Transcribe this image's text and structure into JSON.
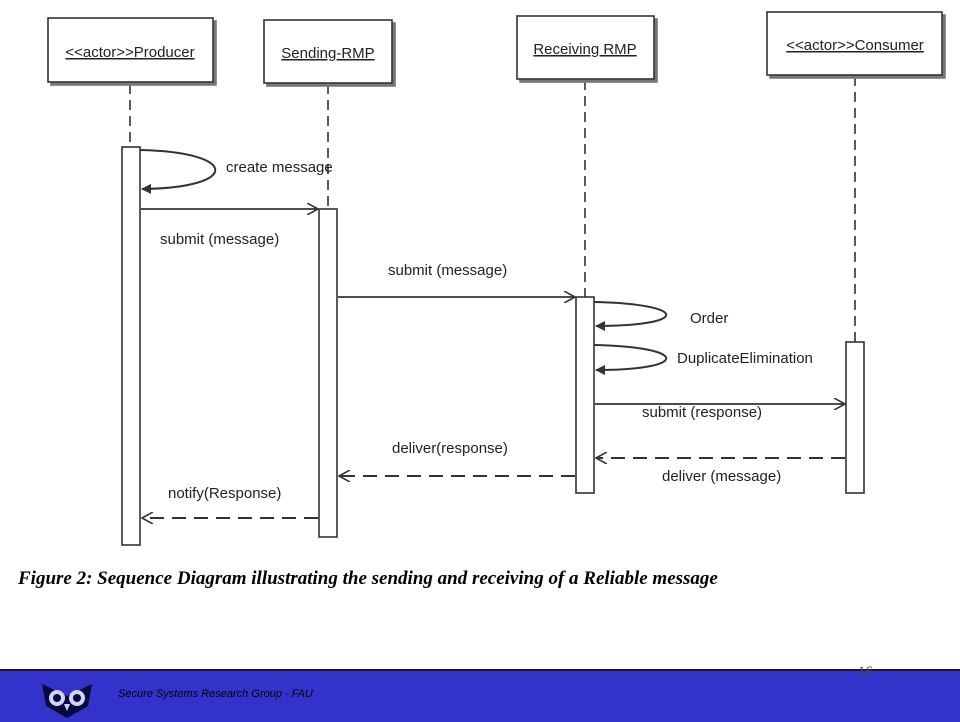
{
  "diagram": {
    "lifelines": [
      {
        "id": "producer",
        "label": "<<actor>>Producer"
      },
      {
        "id": "sending",
        "label": "Sending-RMP"
      },
      {
        "id": "receiving",
        "label": "Receiving RMP"
      },
      {
        "id": "consumer",
        "label": "<<actor>>Consumer"
      }
    ],
    "messages": [
      {
        "label": "create message",
        "from": "producer",
        "to": "producer",
        "kind": "self"
      },
      {
        "label": "submit (message)",
        "from": "producer",
        "to": "sending",
        "kind": "sync"
      },
      {
        "label": "submit (message)",
        "from": "sending",
        "to": "receiving",
        "kind": "sync"
      },
      {
        "label": "Order",
        "from": "receiving",
        "to": "receiving",
        "kind": "self"
      },
      {
        "label": "DuplicateElimination",
        "from": "receiving",
        "to": "receiving",
        "kind": "self"
      },
      {
        "label": "submit (response)",
        "from": "receiving",
        "to": "consumer",
        "kind": "sync"
      },
      {
        "label": "deliver (message)",
        "from": "consumer",
        "to": "receiving",
        "kind": "return"
      },
      {
        "label": "deliver(response)",
        "from": "receiving",
        "to": "sending",
        "kind": "return"
      },
      {
        "label": "notify(Response)",
        "from": "sending",
        "to": "producer",
        "kind": "return"
      }
    ]
  },
  "caption": "Figure 2: Sequence Diagram illustrating the sending and receiving of a Reliable message",
  "page_number": "16",
  "footer": {
    "text": "Secure Systems Research Group - FAU",
    "logo_icon": "owl-logo-icon"
  },
  "colors": {
    "footer_background": "#3333cc",
    "line": "#333333"
  }
}
